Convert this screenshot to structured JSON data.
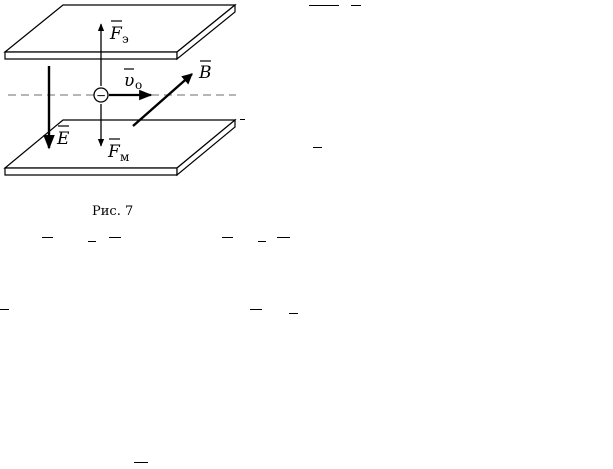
{
  "labels": {
    "force_electric": {
      "symbol": "F",
      "subscript": "э"
    },
    "force_magnetic": {
      "symbol": "F",
      "subscript": "м"
    },
    "velocity": {
      "symbol": "υ",
      "subscript": "о"
    },
    "magnetic_field": {
      "symbol": "B"
    },
    "electric_field": {
      "symbol": "E"
    },
    "charge_sign": "−"
  },
  "caption": "Рис. 7",
  "colors": {
    "ink": "#000000",
    "plate_edge": "#000000",
    "dashed_axis": "#8a8a8a"
  }
}
